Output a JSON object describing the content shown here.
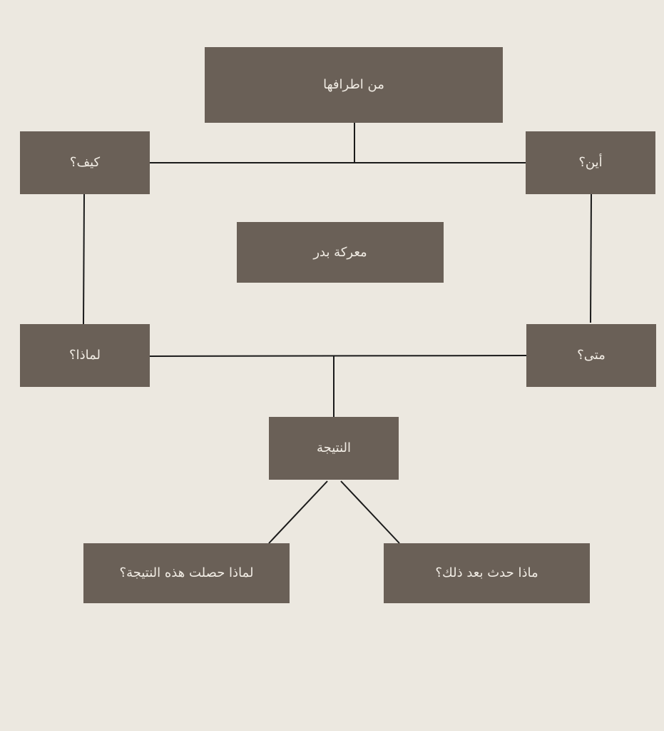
{
  "diagram": {
    "nodes": {
      "parties": "من اطرافها",
      "how": "كيف؟",
      "where": "أين؟",
      "battle": "معركة بدر",
      "why": "لماذا؟",
      "when": "متى؟",
      "result": "النتيجة",
      "why_result": "لماذا حصلت هذه النتيجة؟",
      "after": "ماذا حدث بعد ذلك؟"
    },
    "colors": {
      "background": "#ECE8E0",
      "node_fill": "#6A6057",
      "node_text": "#F1ECE4",
      "connector": "#1A1A1A"
    }
  }
}
